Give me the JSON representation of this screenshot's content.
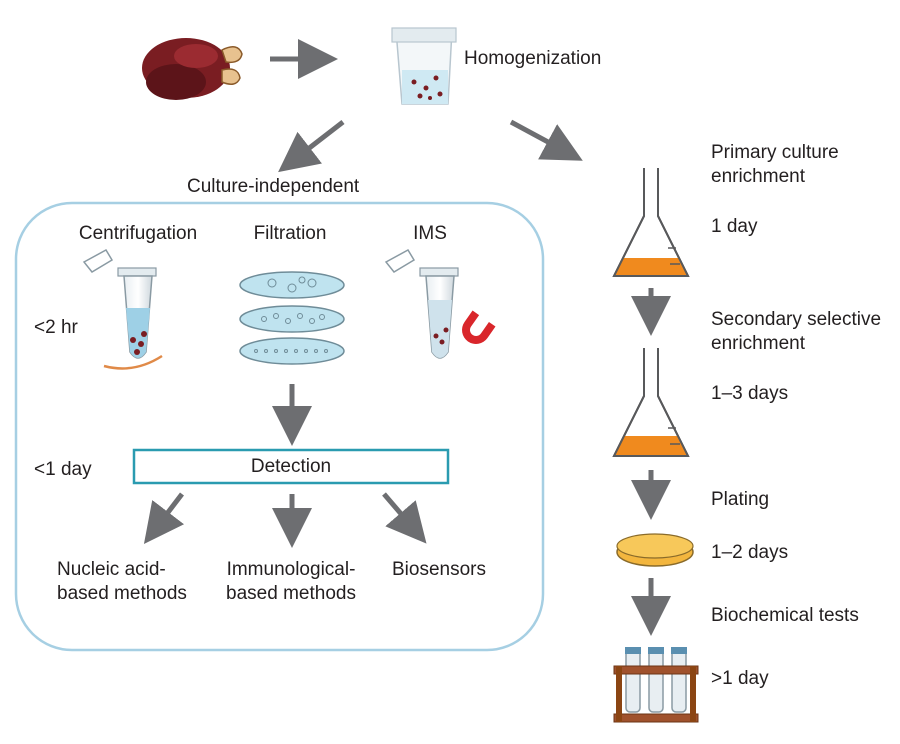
{
  "top": {
    "homogenization": "Homogenization"
  },
  "left": {
    "title": "Culture-independent",
    "methods": [
      "Centrifugation",
      "Filtration",
      "IMS"
    ],
    "time_1": "<2 hr",
    "time_2": "<1 day",
    "detection": "Detection",
    "outcomes": [
      [
        "Nucleic acid-",
        "based methods"
      ],
      [
        "Immunological-",
        "based methods"
      ],
      [
        "Biosensors"
      ]
    ]
  },
  "right": {
    "step1": [
      "Primary culture",
      "enrichment"
    ],
    "time1": "1 day",
    "step2": [
      "Secondary selective",
      "enrichment"
    ],
    "time2": "1–3 days",
    "step3": "Plating",
    "time3": "1–2 days",
    "step4": "Biochemical tests",
    "time4": ">1 day"
  },
  "colors": {
    "arrow": "#6d6e71",
    "panel_border": "#a6cfe3",
    "detection_border": "#2a9bb0",
    "culture_fill": "#f08a1e",
    "meat": "#7a1d22",
    "filter": "#bfe3ef",
    "magnet": "#d9262b"
  },
  "icons": [
    "raw-chicken-icon",
    "stomacher-bag-icon",
    "microtube-icon",
    "filter-disc-icon",
    "magnet-icon",
    "erlenmeyer-flask-icon",
    "petri-dish-icon",
    "test-tube-rack-icon"
  ]
}
